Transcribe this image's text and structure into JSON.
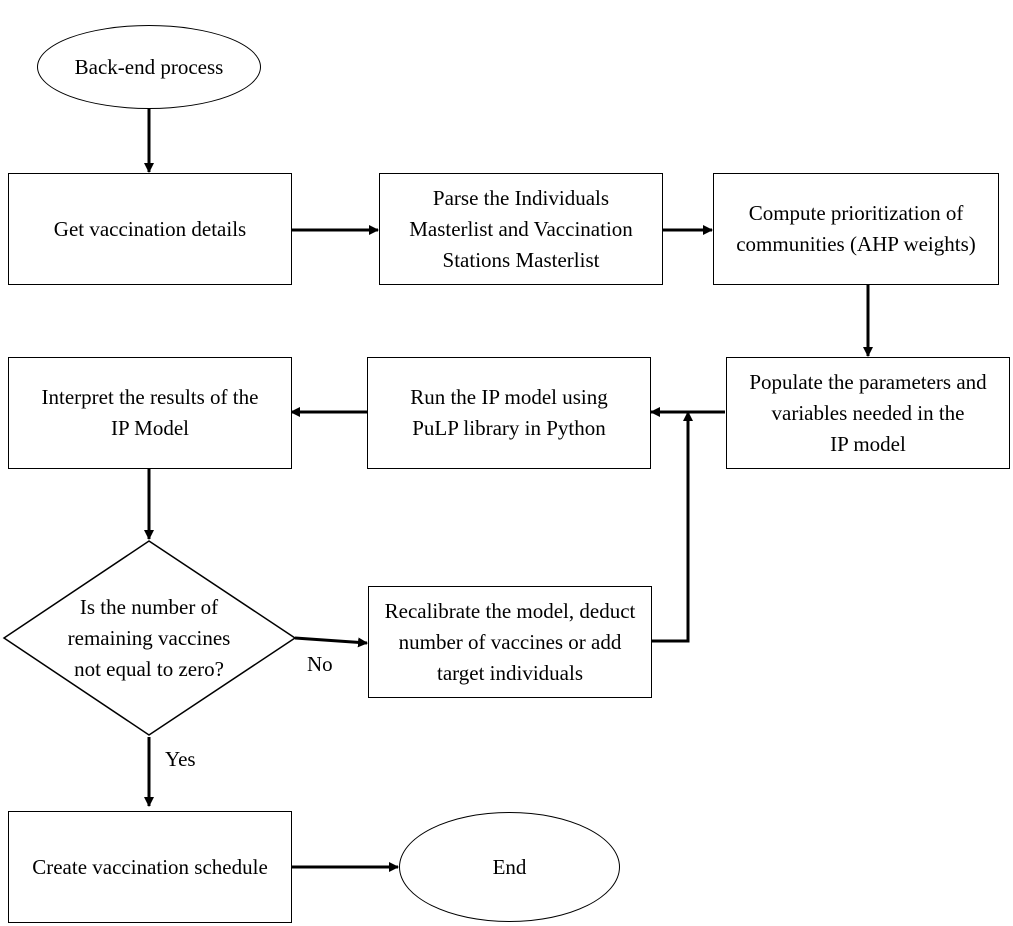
{
  "nodes": {
    "start": "Back-end process",
    "get_details": "Get vaccination details",
    "parse": [
      "Parse the Individuals",
      "Masterlist and Vaccination",
      "Stations Masterlist"
    ],
    "compute": [
      "Compute prioritization of",
      "communities (AHP weights)"
    ],
    "populate": [
      "Populate the parameters and",
      "variables needed in the",
      "IP model"
    ],
    "run": [
      "Run the IP model using",
      "PuLP library in Python"
    ],
    "interpret": [
      "Interpret the results of the",
      "IP Model"
    ],
    "decision": [
      "Is the number of",
      "remaining vaccines",
      "not equal to zero?"
    ],
    "recalibrate": [
      "Recalibrate the model, deduct",
      "number of vaccines or add",
      "target individuals"
    ],
    "schedule": "Create vaccination schedule",
    "end": "End"
  },
  "edge_labels": {
    "no": "No",
    "yes": "Yes"
  }
}
